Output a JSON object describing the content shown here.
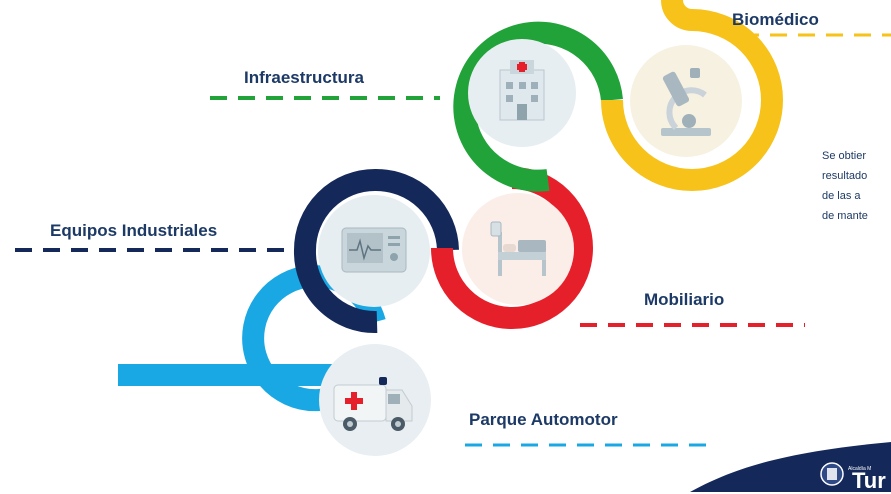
{
  "labels": {
    "biomedico": "Biomédico",
    "infraestructura": "Infraestructura",
    "equipos": "Equipos Industriales",
    "mobiliario": "Mobiliario",
    "parque": "Parque  Automotor"
  },
  "side_text": [
    "Se obtier",
    "resultado",
    "de  las  a",
    "de mante"
  ],
  "logo": {
    "small": "Alcaldía M",
    "big": "Tur"
  },
  "icons": {
    "infraestructura": "hospital-building-icon",
    "biomedico": "microscope-icon",
    "equipos": "monitor-device-icon",
    "mobiliario": "hospital-bed-icon",
    "parque": "ambulance-icon"
  },
  "colors": {
    "green": "#21a33a",
    "yellow": "#f7c21a",
    "red": "#e6202b",
    "navy": "#14285a",
    "sky": "#1aa8e4",
    "label": "#1d3a66",
    "icon_bg": "#e6eef1"
  }
}
